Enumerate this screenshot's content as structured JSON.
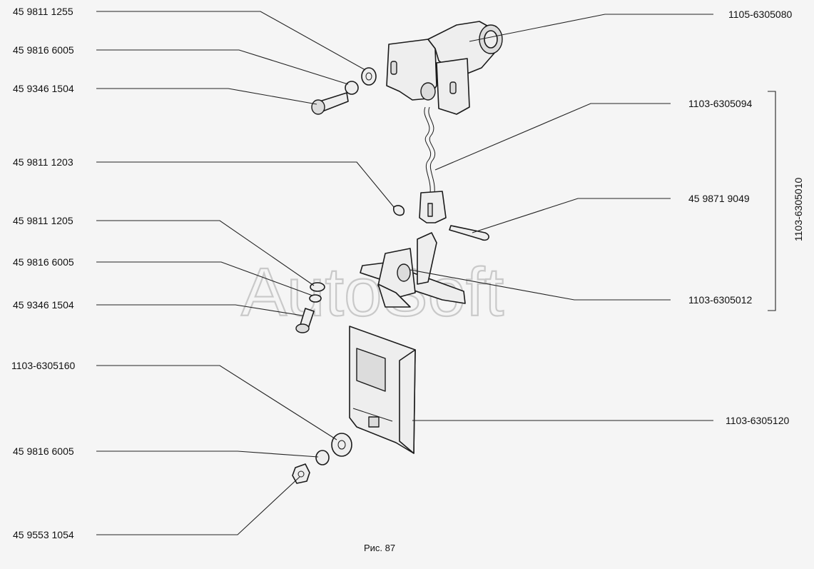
{
  "labels": {
    "l1": "45 9811 1255",
    "l2": "45 9816 6005",
    "l3": "45 9346 1504",
    "l4": "45 9811 1203",
    "l5": "45 9811 1205",
    "l6": "45 9816 6005",
    "l7": "45 9346 1504",
    "l8": "1103-6305160",
    "l9": "45 9816 6005",
    "l10": "45 9553 1054",
    "r1": "1105-6305080",
    "r2": "1103-6305094",
    "r3": "45 9871 9049",
    "r4": "1103-6305012",
    "r5": "1103-6305120",
    "bracket": "1103-6305010"
  },
  "caption": "Рис. 87",
  "watermark": "AutoSoft"
}
